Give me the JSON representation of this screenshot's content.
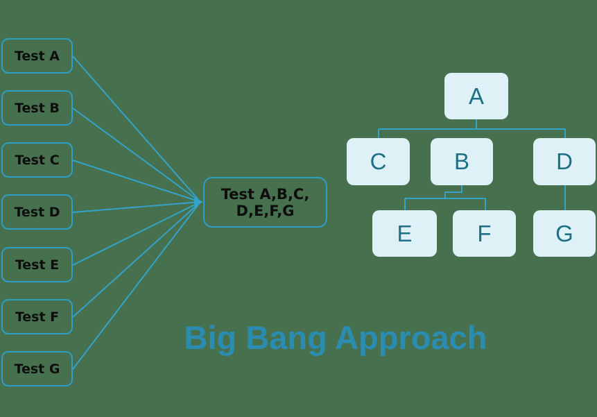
{
  "title": {
    "text": "Big Bang Approach"
  },
  "left_tests": {
    "items": [
      {
        "label": "Test A"
      },
      {
        "label": "Test B"
      },
      {
        "label": "Test C"
      },
      {
        "label": "Test D"
      },
      {
        "label": "Test E"
      },
      {
        "label": "Test F"
      },
      {
        "label": "Test G"
      }
    ]
  },
  "merged_test_box": {
    "line1": "Test A,B,C,",
    "line2": "D,E,F,G"
  },
  "integration_tree": {
    "nodes": [
      {
        "label": "A"
      },
      {
        "label": "C"
      },
      {
        "label": "B"
      },
      {
        "label": "D"
      },
      {
        "label": "E"
      },
      {
        "label": "F"
      },
      {
        "label": "G"
      }
    ]
  },
  "colors": {
    "background": "#47714E",
    "connector_line": "#33A3C9",
    "box_border": "#2D9EC5",
    "tree_box_fill": "#DEF1F6",
    "tree_letter": "#1F6F85",
    "test_label": "#0D0D0D",
    "title_text": "#2B8CB1"
  }
}
